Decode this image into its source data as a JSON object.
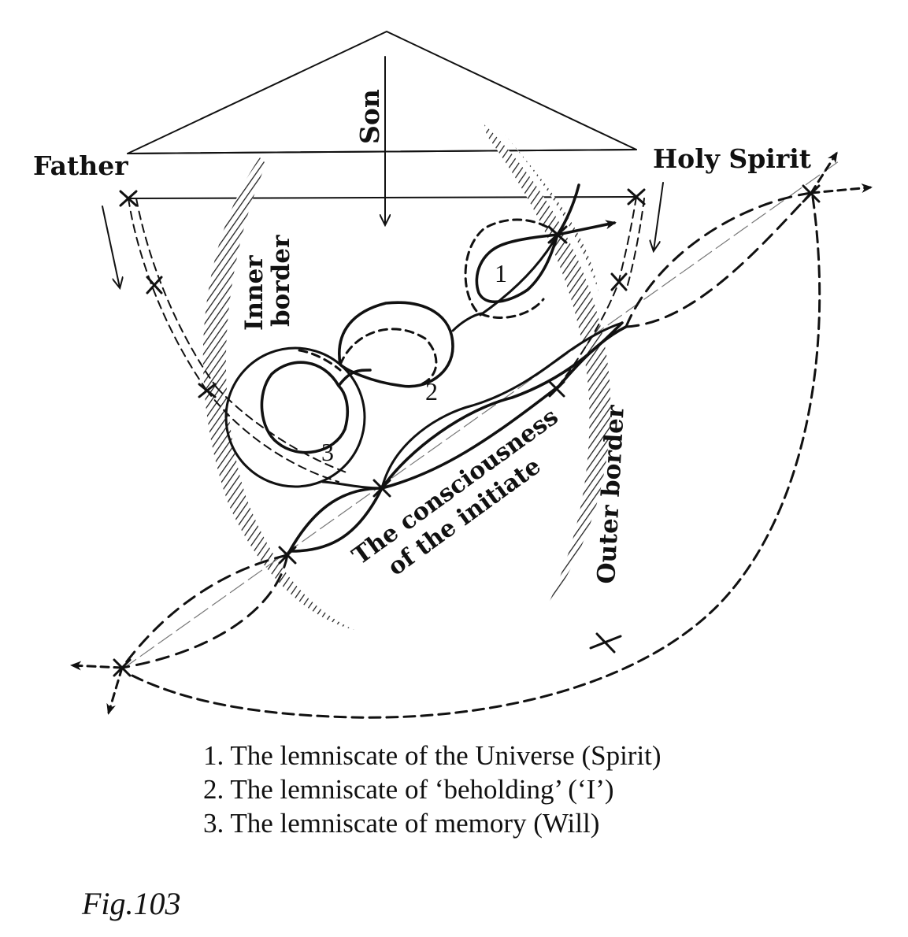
{
  "labels": {
    "father": "Father",
    "son": "Son",
    "holy_spirit": "Holy Spirit",
    "inner_border": [
      "Inner",
      "border"
    ],
    "outer_border": "Outer border",
    "consciousness": [
      "The consciousness",
      "of the initiate"
    ],
    "numbers": [
      "1",
      "2",
      "3"
    ]
  },
  "legend": [
    "1. The lemniscate of the Universe (Spirit)",
    "2. The lemniscate of ‘beholding’ (‘I’)",
    "3. The lemniscate of memory (Will)"
  ],
  "caption": "Fig.103"
}
